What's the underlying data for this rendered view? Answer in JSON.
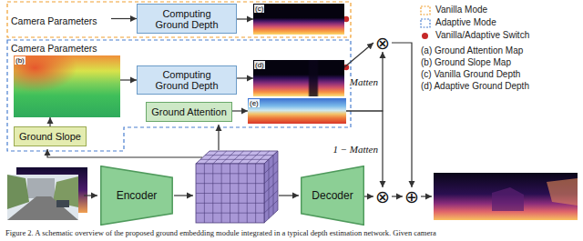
{
  "diagram": {
    "nodes": [
      {
        "text": [
          "Camera Parameters"
        ]
      },
      {
        "text": [
          "Computing Ground Depth"
        ]
      },
      {
        "text": [
          "(c)"
        ]
      },
      {
        "text": [
          "Camera Parameters",
          "(b)"
        ]
      },
      {
        "text": [
          "Computing Ground Depth"
        ]
      },
      {
        "text": [
          "(d)"
        ]
      },
      {
        "text": [
          "Ground Slope"
        ]
      },
      {
        "text": [
          "Ground Attention"
        ]
      },
      {
        "text": [
          "(e)"
        ]
      },
      {
        "text": [
          "Encoder"
        ]
      },
      {
        "text": [
          "Decoder"
        ]
      },
      {
        "text": [
          "⊗"
        ]
      },
      {
        "text": [
          "⊗"
        ]
      },
      {
        "text": [
          "⊕"
        ]
      }
    ],
    "edges": [
      {
        "from": 0,
        "to": 1,
        "arrow": "to"
      },
      {
        "from": 1,
        "to": 2,
        "arrow": "to"
      },
      {
        "from": 3,
        "to": 4,
        "arrow": "to"
      },
      {
        "from": 4,
        "to": 5,
        "arrow": "to"
      },
      {
        "from": 6,
        "to": 3,
        "arrow": "to"
      },
      {
        "from": 7,
        "to": 8,
        "arrow": "to"
      },
      {
        "from": 5,
        "to": 11,
        "arrow": "to"
      },
      {
        "from": 8,
        "to": 11,
        "label": "Matten",
        "arrow": "to"
      },
      {
        "from": 8,
        "to": 12,
        "label": "1 − Matten",
        "arrow": "to"
      },
      {
        "from": 10,
        "to": 12,
        "arrow": "to"
      },
      {
        "from": 11,
        "to": 13,
        "arrow": "to"
      },
      {
        "from": 12,
        "to": 13,
        "arrow": "to"
      }
    ],
    "legend": [
      {
        "text": "Vanilla Mode"
      },
      {
        "text": "Adaptive Mode"
      },
      {
        "text": "Vanilla/Adaptive Switch",
        "color": "#c62828"
      },
      {
        "text": "(a) Ground Attention Map"
      },
      {
        "text": "(b) Ground Slope Map"
      },
      {
        "text": "(c) Vanilla Ground Depth"
      },
      {
        "text": "(d) Adaptive Ground Depth"
      }
    ],
    "caption": "Figure 2. A schematic overview of the proposed ground embedding module integrated in a typical depth estimation network. Given camera"
  }
}
